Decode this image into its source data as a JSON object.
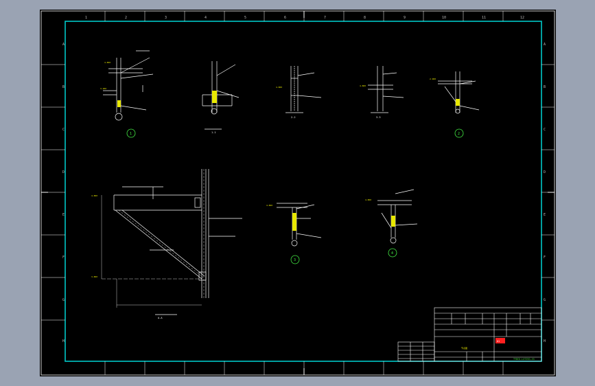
{
  "sheet": {
    "border_color": "#00c8c8",
    "line_color": "#ffffff",
    "label_color": "#e8e800",
    "mark_color": "#44ee44",
    "col_ticks": [
      "1",
      "2",
      "3",
      "4",
      "5",
      "6",
      "7",
      "8",
      "9",
      "10",
      "11",
      "12"
    ],
    "row_ticks": [
      "A",
      "B",
      "C",
      "D",
      "E",
      "F",
      "G",
      "H"
    ]
  },
  "details": {
    "n1": "1",
    "n2": "2",
    "n3": "3",
    "n4": "4",
    "sec11": "1-1",
    "sec22": "2-2",
    "sec33": "3-3",
    "secAA": "A-A",
    "v1": "4.800",
    "v2": "3.200",
    "v3": "2.900",
    "v4": "3.800"
  },
  "title_block": {
    "code": "TYDCG-LXTJSG-JG",
    "name": "节点图",
    "stamp": "01"
  }
}
